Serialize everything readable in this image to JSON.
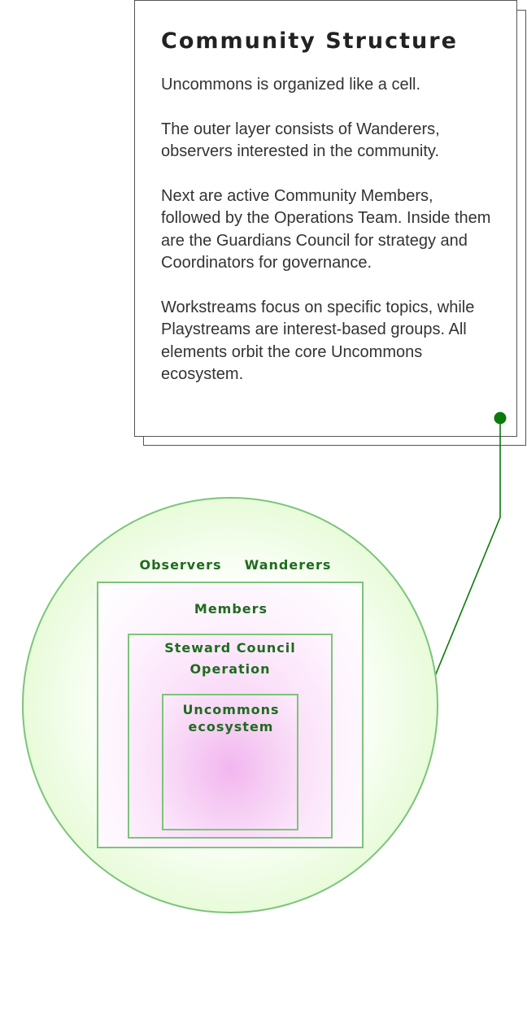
{
  "card": {
    "title": "Community Structure",
    "paragraphs": [
      "Uncommons is organized like a cell.",
      "The outer layer consists of Wanderers, observers interested in the community.",
      "Next are active Community Members, followed by the Operations Team. Inside them are the Guardians Council for strategy and Coordinators for governance.",
      "Workstreams focus on specific topics, while Playstreams are interest-based groups. All elements orbit the core Uncommons ecosystem."
    ]
  },
  "diagram": {
    "outer_labels": [
      "Observers",
      "Wanderers"
    ],
    "members_label": "Members",
    "council_label": "Steward Council",
    "operation_label": "Operation",
    "core_label_line1": "Uncommons",
    "core_label_line2": "ecosystem"
  },
  "colors": {
    "outline_green": "#7cc47a",
    "label_green": "#1f6b1f",
    "connector_green": "#0a7a0a",
    "outer_fill": "#c9f3b2",
    "inner_fill": "#f2b6ef"
  }
}
